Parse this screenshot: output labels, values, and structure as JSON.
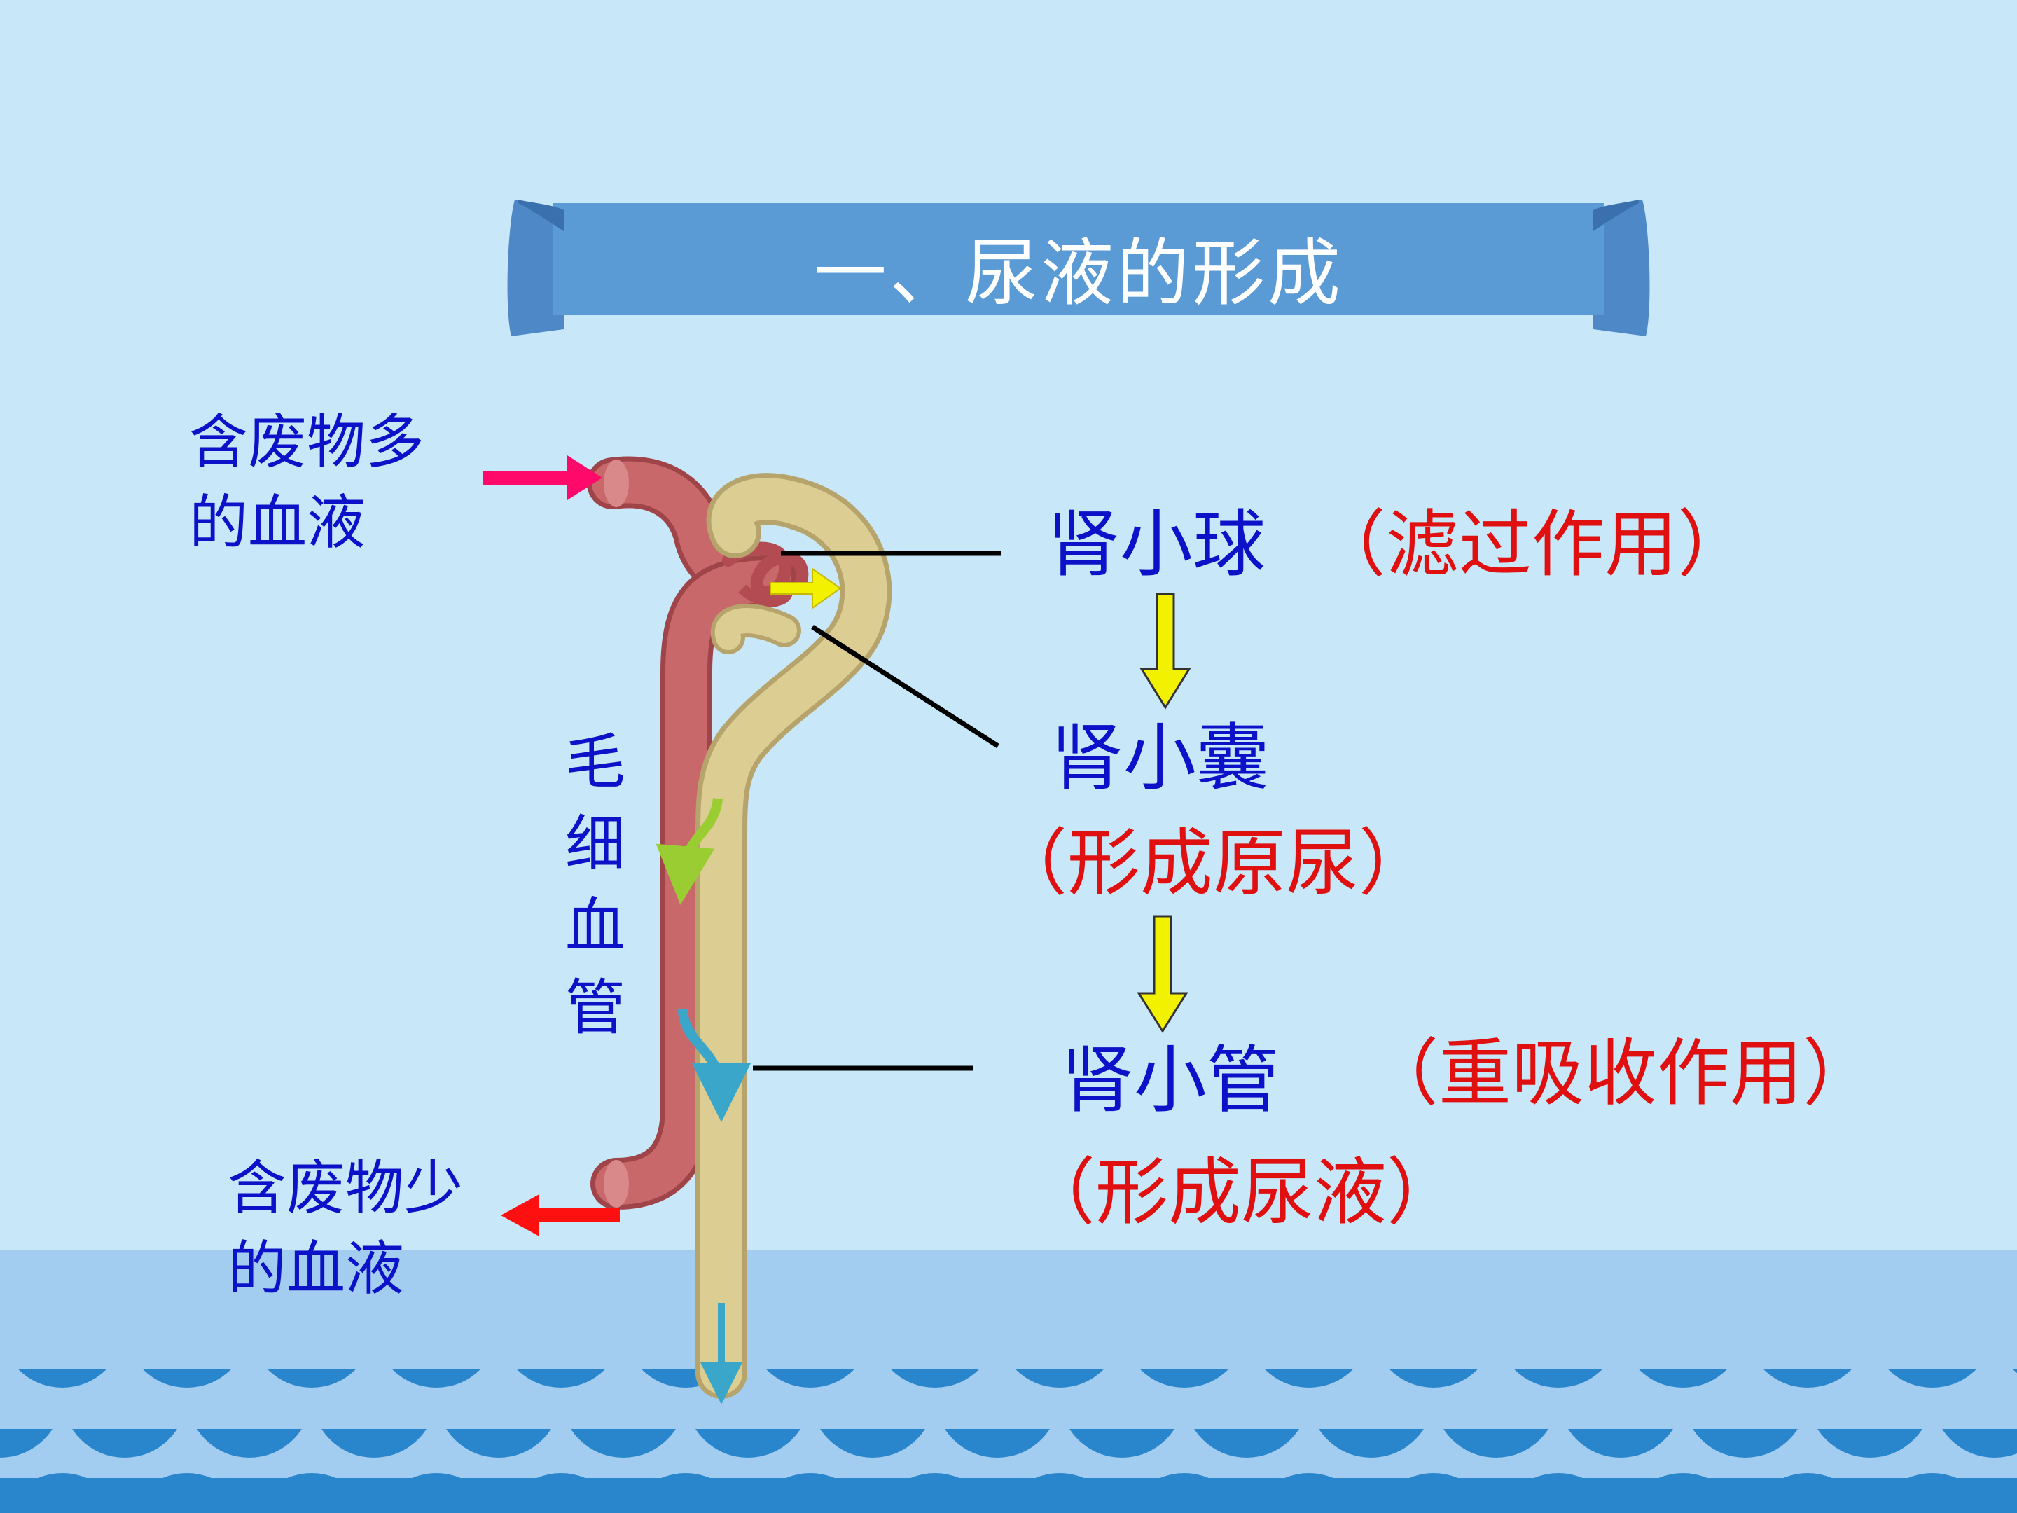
{
  "title": "一、尿液的形成",
  "labels": {
    "inflow_blood": [
      "含废物多",
      "的血液"
    ],
    "outflow_blood": [
      "含废物少",
      "的血液"
    ],
    "capillary": [
      "毛",
      "细",
      "血",
      "管"
    ],
    "glomerulus": "肾小球",
    "glomerulus_role": "（滤过作用）",
    "capsule": "肾小囊",
    "capsule_role": "（形成原尿）",
    "tubule": "肾小管",
    "tubule_role": "（重吸收作用）",
    "tubule_result": "（形成尿液）"
  },
  "colors": {
    "background": "#c8e8fa",
    "banner": "#5b9bd5",
    "label_blue": "#0b12c8",
    "label_red": "#e01010",
    "blood_vessel": "#c9686a",
    "tubule": "#dccd93",
    "flow_arrow": "#f2f200",
    "inflow_arrow": "#ff0a6a",
    "outflow_arrow": "#ff1010",
    "waves": "#2a86cc"
  }
}
